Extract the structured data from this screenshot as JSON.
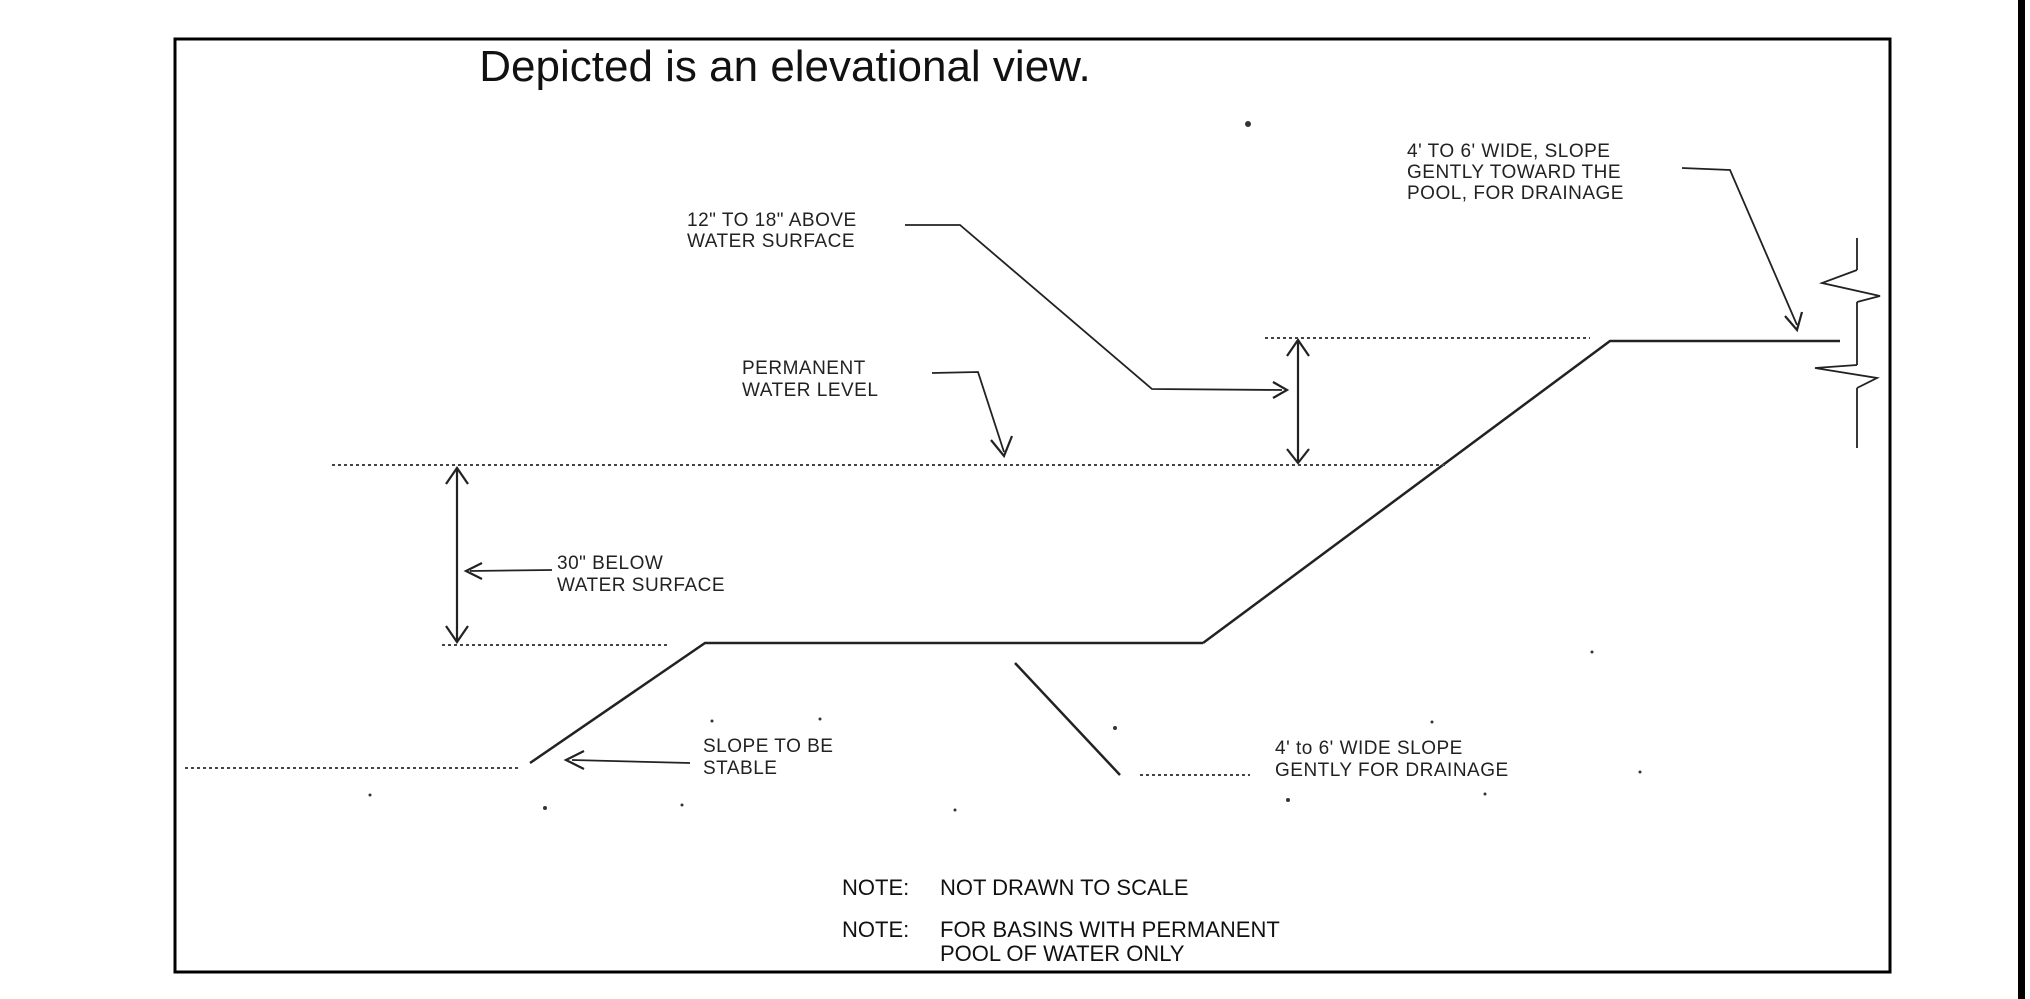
{
  "title": "Depicted is an elevational view.",
  "labels": {
    "shelf_top": [
      "4' TO 6' WIDE, SLOPE",
      "GENTLY TOWARD THE",
      "POOL, FOR DRAINAGE"
    ],
    "freeboard": [
      "12\" TO 18\" ABOVE",
      "WATER SURFACE"
    ],
    "permanent_water": [
      "PERMANENT",
      "WATER LEVEL"
    ],
    "below_surface": [
      "30\" BELOW",
      "WATER SURFACE"
    ],
    "slope_stable": [
      "SLOPE TO BE",
      "STABLE"
    ],
    "shelf_bottom": [
      "4' to 6' WIDE  SLOPE",
      "GENTLY FOR DRAINAGE"
    ]
  },
  "notes": {
    "note1_label": "NOTE:",
    "note1_text": "NOT DRAWN TO SCALE",
    "note2_label": "NOTE:",
    "note2_text": [
      "FOR BASINS WITH PERMANENT",
      "POOL OF WATER ONLY"
    ]
  },
  "colors": {
    "line": "#222222",
    "background": "#ffffff",
    "border": "#000000"
  }
}
